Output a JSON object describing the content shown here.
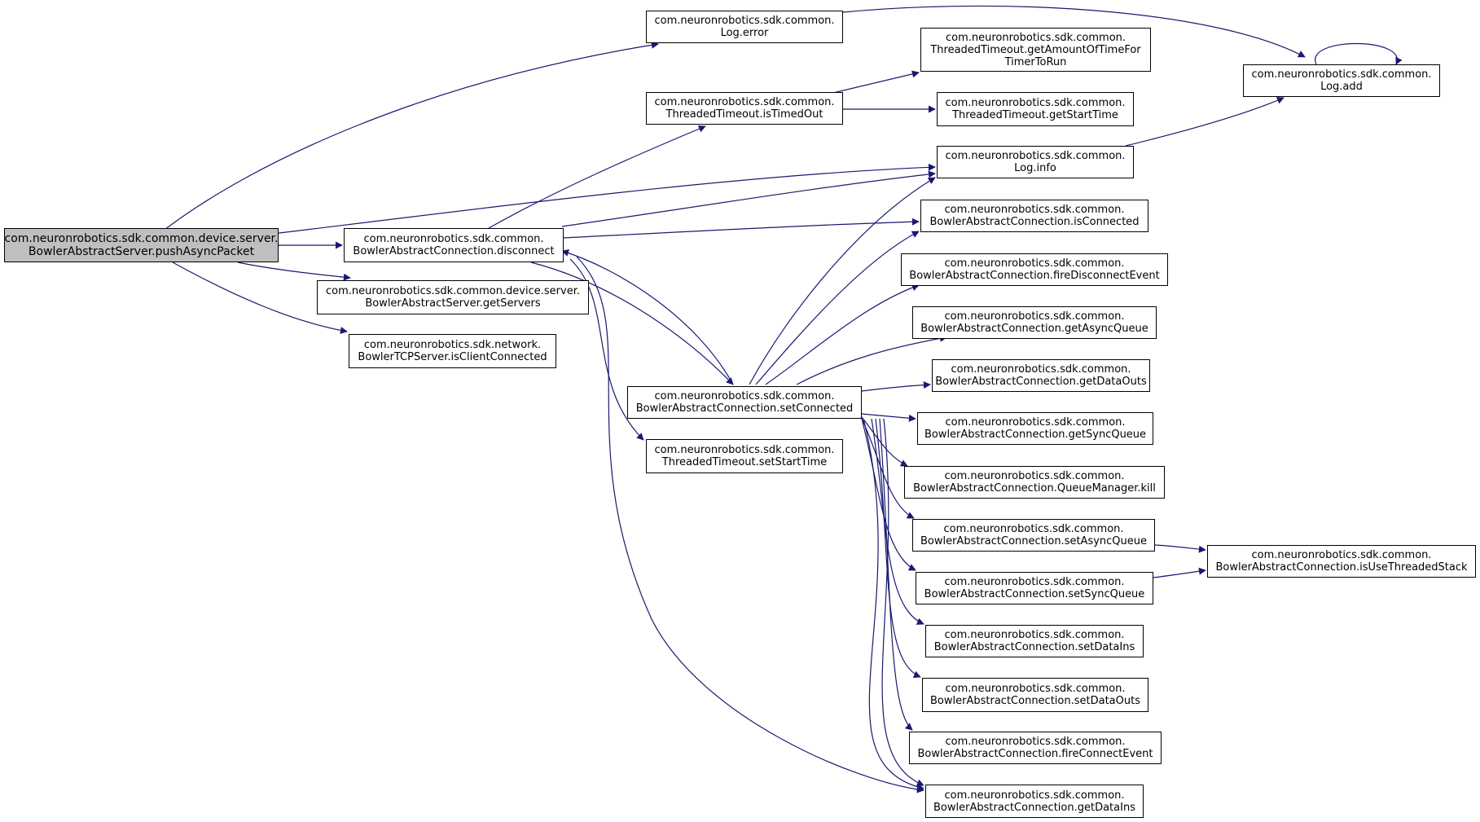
{
  "colors": {
    "edge": "#191970",
    "root_fill": "#bfbfbf",
    "node_fill": "#ffffff",
    "node_border": "#000000"
  },
  "nodes": {
    "root": {
      "line1": "com.neuronrobotics.sdk.common.device.server.",
      "line2": "BowlerAbstractServer.pushAsyncPacket"
    },
    "log_error": {
      "line1": "com.neuronrobotics.sdk.common.",
      "line2": "Log.error"
    },
    "is_timed_out": {
      "line1": "com.neuronrobotics.sdk.common.",
      "line2": "ThreadedTimeout.isTimedOut"
    },
    "disconnect": {
      "line1": "com.neuronrobotics.sdk.common.",
      "line2": "BowlerAbstractConnection.disconnect"
    },
    "get_servers": {
      "line1": "com.neuronrobotics.sdk.common.device.server.",
      "line2": "BowlerAbstractServer.getServers"
    },
    "is_client_connected": {
      "line1": "com.neuronrobotics.sdk.network.",
      "line2": "BowlerTCPServer.isClientConnected"
    },
    "set_connected": {
      "line1": "com.neuronrobotics.sdk.common.",
      "line2": "BowlerAbstractConnection.setConnected"
    },
    "set_start_time": {
      "line1": "com.neuronrobotics.sdk.common.",
      "line2": "ThreadedTimeout.setStartTime"
    },
    "get_amount_of_time": {
      "line1": "com.neuronrobotics.sdk.common.",
      "line2": "ThreadedTimeout.getAmountOfTimeFor",
      "line3": "TimerToRun"
    },
    "get_start_time": {
      "line1": "com.neuronrobotics.sdk.common.",
      "line2": "ThreadedTimeout.getStartTime"
    },
    "log_info": {
      "line1": "com.neuronrobotics.sdk.common.",
      "line2": "Log.info"
    },
    "is_connected": {
      "line1": "com.neuronrobotics.sdk.common.",
      "line2": "BowlerAbstractConnection.isConnected"
    },
    "fire_disconnect_event": {
      "line1": "com.neuronrobotics.sdk.common.",
      "line2": "BowlerAbstractConnection.fireDisconnectEvent"
    },
    "get_async_queue": {
      "line1": "com.neuronrobotics.sdk.common.",
      "line2": "BowlerAbstractConnection.getAsyncQueue"
    },
    "get_data_outs": {
      "line1": "com.neuronrobotics.sdk.common.",
      "line2": "BowlerAbstractConnection.getDataOuts"
    },
    "get_sync_queue": {
      "line1": "com.neuronrobotics.sdk.common.",
      "line2": "BowlerAbstractConnection.getSyncQueue"
    },
    "queue_manager_kill": {
      "line1": "com.neuronrobotics.sdk.common.",
      "line2": "BowlerAbstractConnection.QueueManager.kill"
    },
    "set_async_queue": {
      "line1": "com.neuronrobotics.sdk.common.",
      "line2": "BowlerAbstractConnection.setAsyncQueue"
    },
    "set_sync_queue": {
      "line1": "com.neuronrobotics.sdk.common.",
      "line2": "BowlerAbstractConnection.setSyncQueue"
    },
    "set_data_ins": {
      "line1": "com.neuronrobotics.sdk.common.",
      "line2": "BowlerAbstractConnection.setDataIns"
    },
    "set_data_outs": {
      "line1": "com.neuronrobotics.sdk.common.",
      "line2": "BowlerAbstractConnection.setDataOuts"
    },
    "fire_connect_event": {
      "line1": "com.neuronrobotics.sdk.common.",
      "line2": "BowlerAbstractConnection.fireConnectEvent"
    },
    "get_data_ins": {
      "line1": "com.neuronrobotics.sdk.common.",
      "line2": "BowlerAbstractConnection.getDataIns"
    },
    "log_add": {
      "line1": "com.neuronrobotics.sdk.common.",
      "line2": "Log.add"
    },
    "is_use_threaded_stack": {
      "line1": "com.neuronrobotics.sdk.common.",
      "line2": "BowlerAbstractConnection.isUseThreadedStack"
    }
  }
}
